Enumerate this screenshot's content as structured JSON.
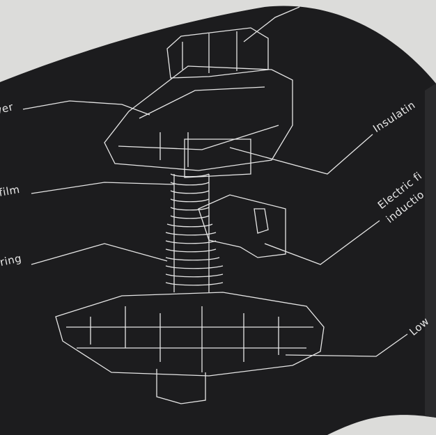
{
  "labels": {
    "cover": "ver",
    "film": "film",
    "spring": "ring",
    "insulating": "Insulatin",
    "electric_line1": "Electric fi",
    "electric_line2": "inductio",
    "lower": "Low"
  },
  "colors": {
    "pad": "#1c1c1e",
    "line": "#e6e6e6",
    "cloth": "#dcdcda"
  }
}
